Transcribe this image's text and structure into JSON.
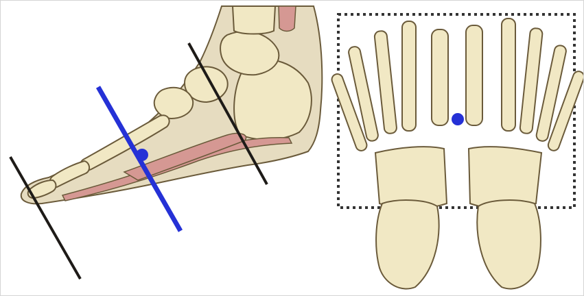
{
  "colors": {
    "bone": "#f1e8c4",
    "bone_outline": "#6a5a3a",
    "skin": "#e6dcc0",
    "tissue": "#d59893",
    "cut_line": "#1e1b18",
    "highlight": "#2531d6",
    "frame_dash": "#333333"
  },
  "diagram": {
    "views": [
      "sagittal-foot-section",
      "dorsal-foot-skeleton-pair"
    ],
    "cut_lines": {
      "black": 2,
      "blue": 1
    },
    "markers": 2
  }
}
